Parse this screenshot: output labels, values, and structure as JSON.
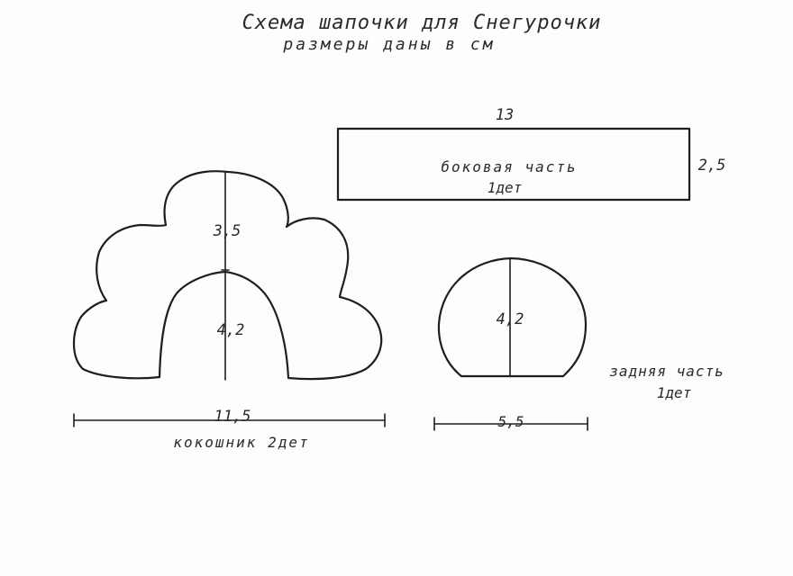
{
  "title": "Схема шапочки для Снегурочки",
  "subtitle": "размеры даны в см",
  "side_part": {
    "width_label": "13",
    "height_label": "2,5",
    "name": "боковая часть",
    "count": "1дет"
  },
  "kokoshnik": {
    "upper_label": "3,5",
    "lower_label": "4,2",
    "width_label": "11,5",
    "name": "кокошник 2дет"
  },
  "back_part": {
    "height_label": "4,2",
    "width_label": "5,5",
    "name": "задняя часть",
    "count": "1дет"
  }
}
